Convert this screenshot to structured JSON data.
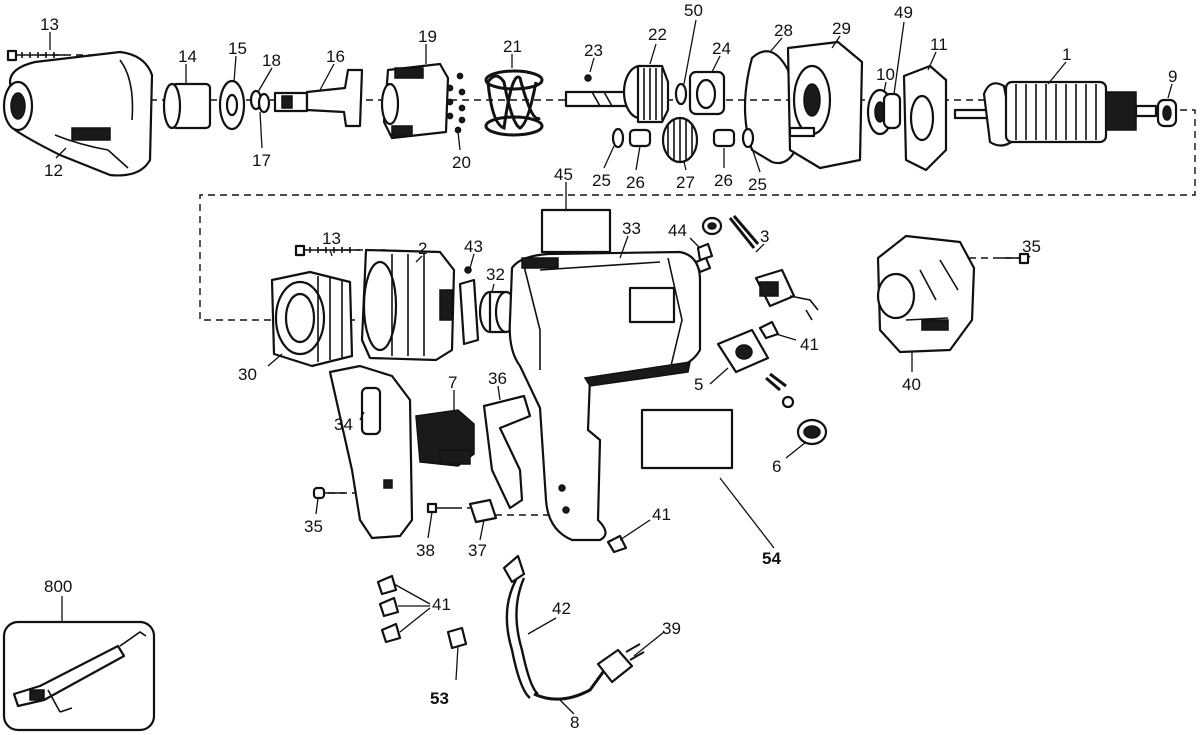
{
  "labels": {
    "p13a": "13",
    "p14": "14",
    "p15": "15",
    "p18": "18",
    "p16": "16",
    "p19": "19",
    "p21": "21",
    "p23": "23",
    "p22": "22",
    "p50": "50",
    "p24": "24",
    "p28": "28",
    "p29": "29",
    "p49": "49",
    "p11": "11",
    "p10": "10",
    "p1": "1",
    "p9": "9",
    "p12": "12",
    "p17": "17",
    "p20": "20",
    "p25a": "25",
    "p26a": "26",
    "p27": "27",
    "p26b": "26",
    "p25b": "25",
    "p45": "45",
    "p33": "33",
    "p44": "44",
    "p3": "3",
    "p35a": "35",
    "p13b": "13",
    "p2": "2",
    "p43": "43",
    "p32": "32",
    "p41a": "41",
    "p30": "30",
    "p7": "7",
    "p36": "36",
    "p5": "5",
    "p40": "40",
    "p34": "34",
    "p6": "6",
    "p35b": "35",
    "p38": "38",
    "p37": "37",
    "p41b": "41",
    "p54": "54",
    "p800": "800",
    "p41c": "41",
    "p42": "42",
    "p39": "39",
    "p53": "53",
    "p8": "8"
  }
}
